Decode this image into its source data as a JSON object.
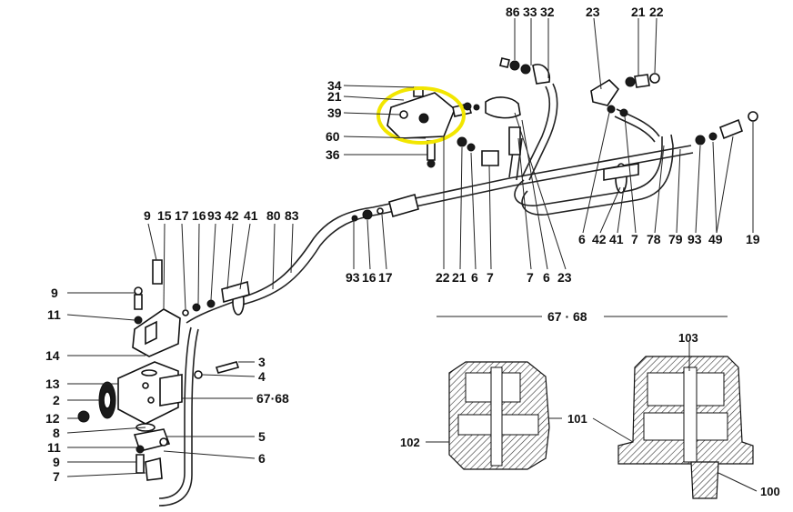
{
  "highlight_color": "#f2e600",
  "callouts": {
    "top_left": [
      "34",
      "21",
      "39",
      "60",
      "36"
    ],
    "top_right_row": [
      "86",
      "33",
      "32",
      "23",
      "21",
      "22"
    ],
    "right_row": [
      "6",
      "42",
      "41",
      "7",
      "78",
      "79",
      "93",
      "49",
      "19"
    ],
    "mid_row": [
      "93",
      "16",
      "17",
      "22",
      "21",
      "6",
      "7",
      "7",
      "6",
      "23"
    ],
    "upper_left_row": [
      "9",
      "15",
      "17",
      "16",
      "93",
      "42",
      "41",
      "80",
      "83"
    ],
    "left_column": [
      "9",
      "11",
      "14",
      "13",
      "2",
      "12",
      "8",
      "11",
      "9",
      "7"
    ],
    "pump_right": [
      "3",
      "4",
      "67·68",
      "5",
      "6"
    ],
    "section_title": "67 · 68",
    "section_labels": [
      "103",
      "101",
      "102",
      "100"
    ]
  }
}
